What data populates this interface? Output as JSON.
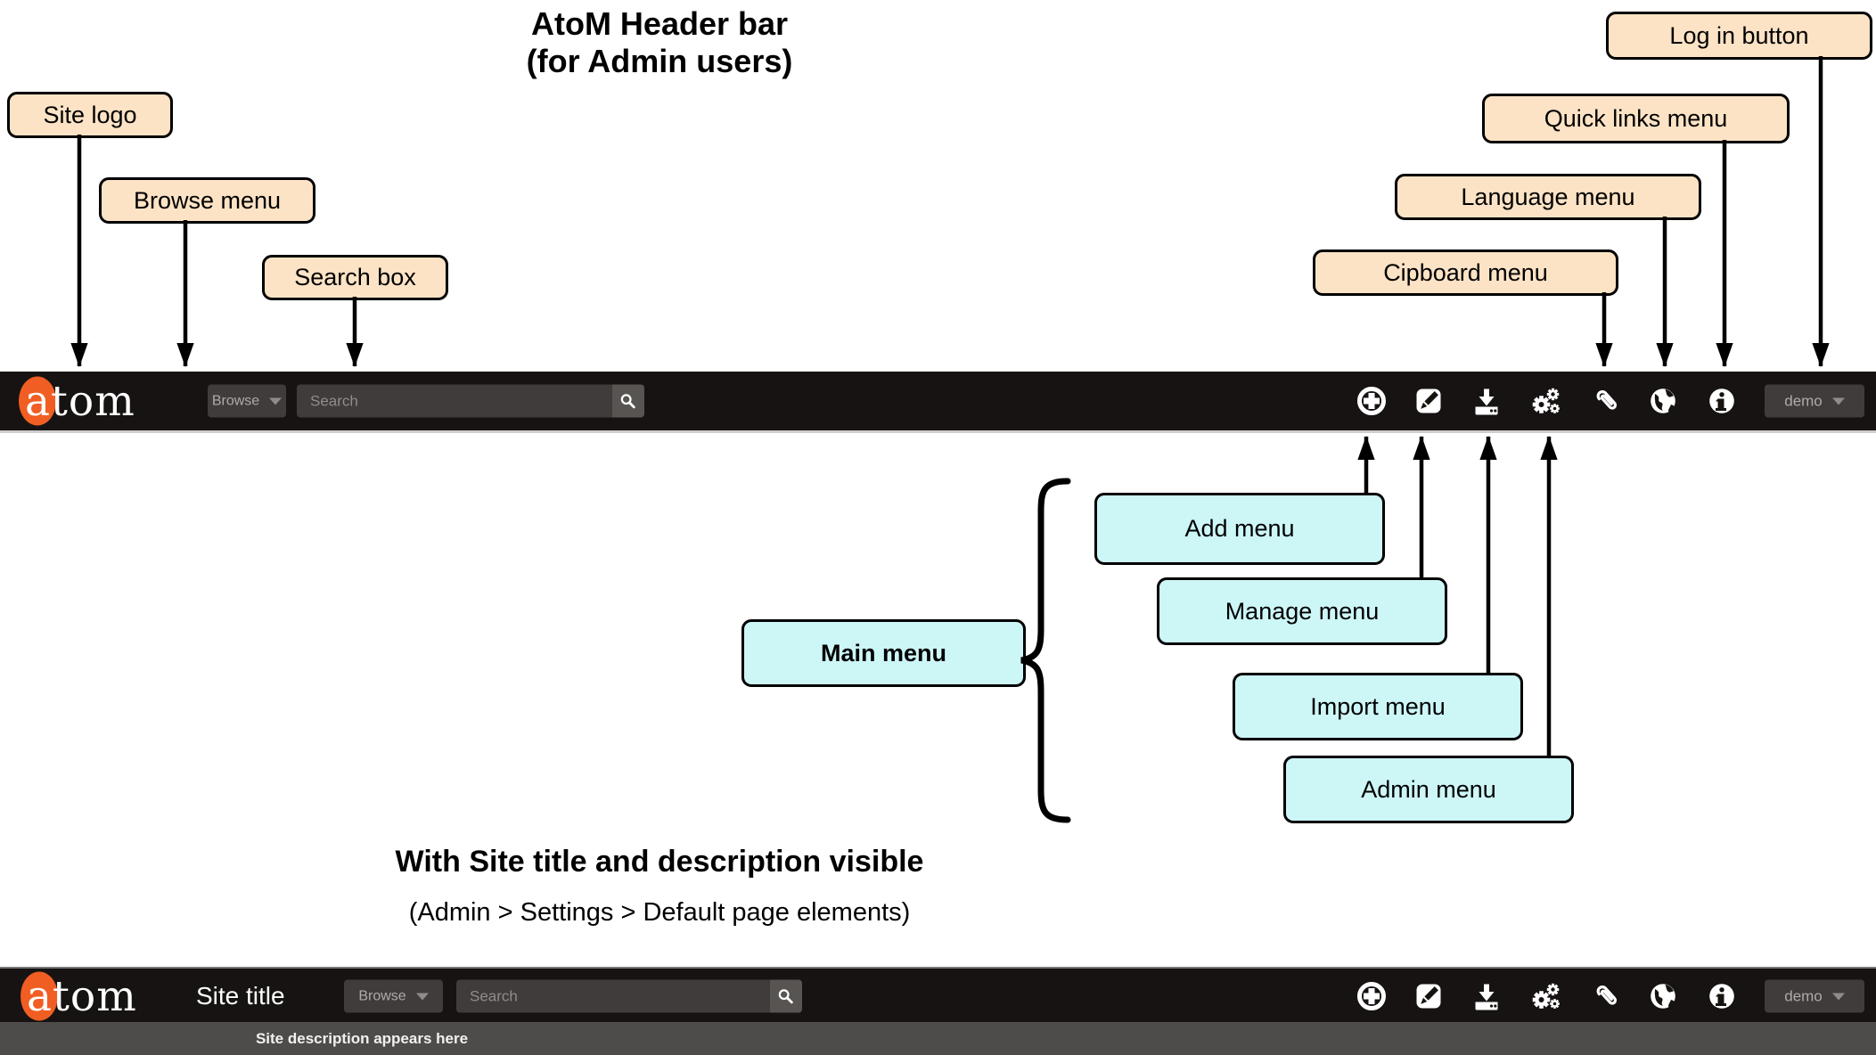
{
  "page": {
    "title_line1": "AtoM Header bar",
    "title_line2": "(for Admin users)",
    "section_title": "With Site title and description visible",
    "section_subtitle": "(Admin > Settings > Default page elements)"
  },
  "callouts": {
    "site_logo": "Site logo",
    "browse_menu": "Browse menu",
    "search_box": "Search box",
    "clipboard_menu": "Cipboard menu",
    "language_menu": "Language menu",
    "quick_links_menu": "Quick links menu",
    "log_in_button": "Log in button",
    "main_menu": "Main menu",
    "add_menu": "Add menu",
    "manage_menu": "Manage menu",
    "import_menu": "Import menu",
    "admin_menu": "Admin menu"
  },
  "navbar": {
    "logo_a": "a",
    "logo_rest": "tom",
    "browse_label": "Browse",
    "search_placeholder": "Search",
    "user_label": "demo",
    "icons": [
      "plus-circle-icon",
      "pencil-square-icon",
      "download-icon",
      "gears-icon",
      "paperclip-icon",
      "globe-icon",
      "info-circle-icon",
      "search-icon"
    ]
  },
  "site_bar": {
    "site_title": "Site title",
    "site_description": "Site description appears here"
  },
  "colors": {
    "bar_background": "#161312",
    "logo_orange": "#f05e23",
    "callout_peach": "#fce3c5",
    "callout_cyan": "#cdf6f7",
    "description_strip": "#4e4c4b",
    "button_gray": "#3f3c3b"
  }
}
